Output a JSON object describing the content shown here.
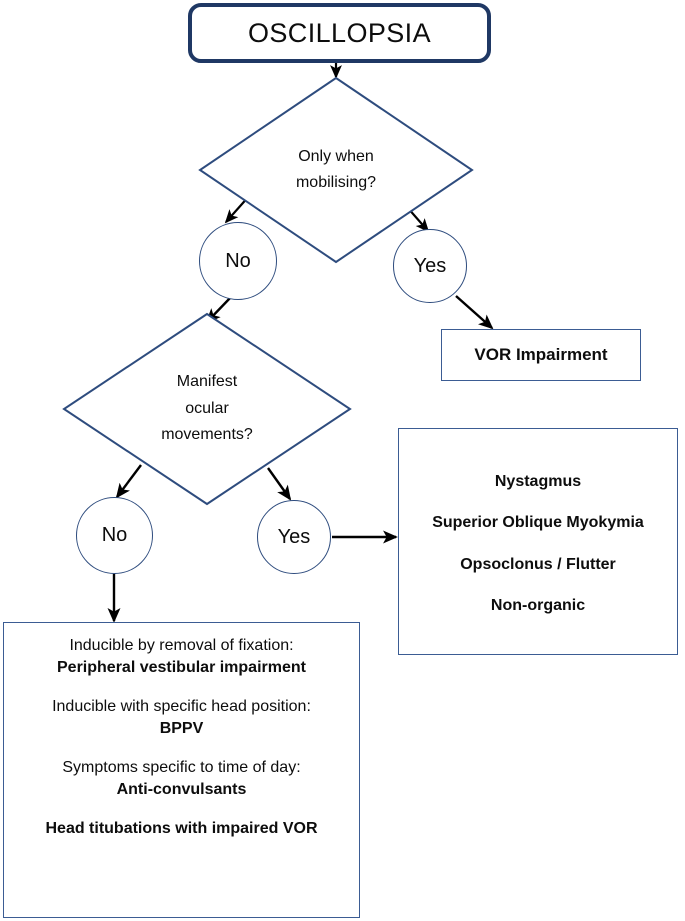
{
  "diagram": {
    "title": "Oscillopsia diagnostic flowchart",
    "colors": {
      "title_border": "#1F3864",
      "shape_border": "#2E4C7E",
      "box_border": "#3B5C93",
      "arrow": "#000000",
      "text": "#0D0D0D",
      "background": "#FFFFFF"
    },
    "root": {
      "label": "OSCILLOPSIA"
    },
    "decision_1": {
      "line1": "Only when",
      "line2": "mobilising?",
      "no_label": "No",
      "yes_label": "Yes"
    },
    "decision_2": {
      "line1": "Manifest",
      "line2": "ocular",
      "line3": "movements?",
      "no_label": "No",
      "yes_label": "Yes"
    },
    "outcome_vor": {
      "line1": "VOR Impairment"
    },
    "outcome_ocular": {
      "items": [
        "Nystagmus",
        "Superior Oblique Myokymia",
        "Opsoclonus / Flutter",
        "Non-organic"
      ]
    },
    "outcome_non_ocular": {
      "items": [
        {
          "text": "Inducible by removal of fixation:",
          "bold": false,
          "gap": false
        },
        {
          "text": "Peripheral vestibular impairment",
          "bold": true,
          "gap": false
        },
        {
          "text": "Inducible with specific head position:",
          "bold": false,
          "gap": true
        },
        {
          "text": "BPPV",
          "bold": true,
          "gap": false
        },
        {
          "text": "Symptoms specific to time of day:",
          "bold": false,
          "gap": true
        },
        {
          "text": "Anti-convulsants",
          "bold": true,
          "gap": false
        },
        {
          "text": "Head titubations with impaired VOR",
          "bold": true,
          "gap": true
        }
      ]
    }
  }
}
